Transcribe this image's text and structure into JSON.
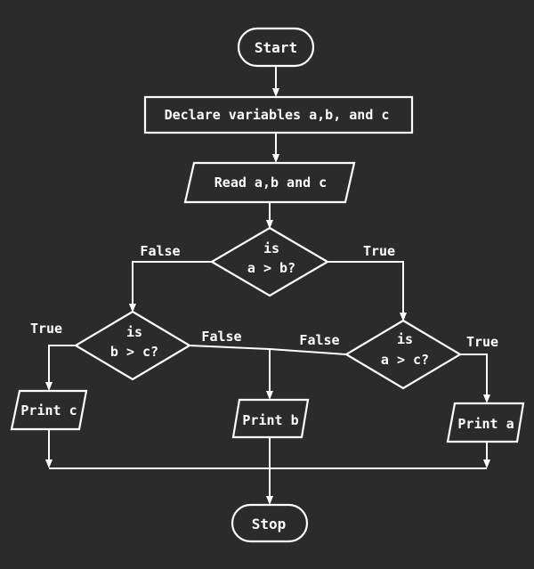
{
  "flowchart": {
    "start": "Start",
    "declare": "Declare variables a,b, and c",
    "read": "Read a,b and c",
    "decision_ab": {
      "line1": "is",
      "line2": "a > b?"
    },
    "decision_bc": {
      "line1": "is",
      "line2": "b > c?"
    },
    "decision_ac": {
      "line1": "is",
      "line2": "a > c?"
    },
    "branch_ab_false": "False",
    "branch_ab_true": "True",
    "branch_bc_true": "True",
    "branch_bc_false": "False",
    "branch_ac_false": "False",
    "branch_ac_true": "True",
    "print_c": "Print c",
    "print_b": "Print b",
    "print_a": "Print a",
    "stop": "Stop"
  }
}
